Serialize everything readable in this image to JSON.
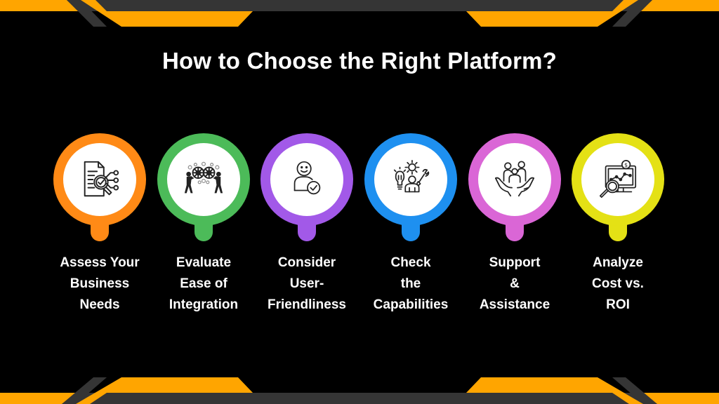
{
  "title": "How to Choose the Right Platform?",
  "colors": {
    "background": "#000000",
    "accent_orange": "#FFA500",
    "accent_dark": "#353535"
  },
  "steps": [
    {
      "icon": "document-analysis-icon",
      "color": "#FF8A16",
      "label_lines": [
        "Assess Your",
        "Business",
        "Needs"
      ]
    },
    {
      "icon": "people-gears-icon",
      "color": "#4CBB59",
      "label_lines": [
        "Evaluate",
        "Ease of",
        "Integration"
      ]
    },
    {
      "icon": "user-check-icon",
      "color": "#A259E8",
      "label_lines": [
        "Consider",
        "User-",
        "Friendliness"
      ]
    },
    {
      "icon": "capabilities-tools-icon",
      "color": "#1E90F0",
      "label_lines": [
        "Check",
        "the",
        "Capabilities"
      ]
    },
    {
      "icon": "hands-support-icon",
      "color": "#DA66D6",
      "label_lines": [
        "Support",
        "&",
        "Assistance"
      ]
    },
    {
      "icon": "cost-roi-analysis-icon",
      "color": "#E4E115",
      "label_lines": [
        "Analyze",
        "Cost vs.",
        "ROI"
      ]
    }
  ]
}
